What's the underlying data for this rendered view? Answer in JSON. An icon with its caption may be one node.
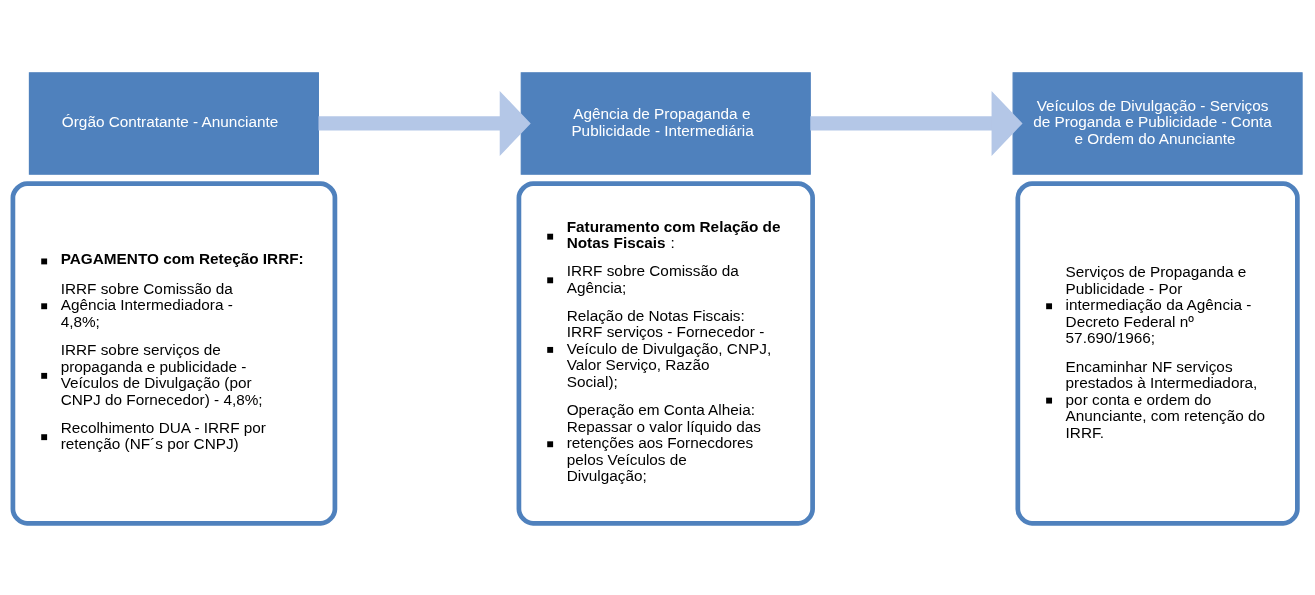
{
  "diagram": {
    "nodes": [
      {
        "text": [
          "Órgão Contratante - Anunciante"
        ]
      },
      {
        "text": [
          "PAGAMENTO com Reteção IRRF:",
          "IRRF sobre Comissão da Agência Intermediadora - 4,8%;",
          "IRRF sobre serviços de propaganda e publicidade - Veículos de Divulgação (por CNPJ do Fornecedor) - 4,8%;",
          "Recolhimento DUA - IRRF por retenção (NF´s por CNPJ)"
        ]
      },
      {
        "text": [
          "Agência de Propaganda e Publicidade - Intermediária"
        ]
      },
      {
        "text": [
          "**Faturamento com Relação de Notas Fiscais**:",
          "IRRF sobre Comissão da Agência;",
          "Relação de Notas Fiscais: IRRF serviços - Fornecedor - Veículo de Divulgação, CNPJ, Valor Serviço, Razão Social);",
          "Operação em Conta Alheia: Repassar o valor líquido das retenções aos Fornecdores pelos Veículos de Divulgação;"
        ]
      },
      {
        "text": [
          "Veículos de Divulgação - Serviços de Proganda e Publicidade - Conta e Ordem do Anunciante"
        ]
      },
      {
        "text": [
          "Serviços de Propaganda e Publicidade - Por intermediação da Agência - Decreto Federal nº 57.690/1966;",
          "Encaminhar NF serviços prestados à Intermediadora, por conta e ordem do Anunciante, com retenção do IRRF."
        ]
      }
    ],
    "edges": [
      {
        "from": 0,
        "to": 2,
        "arrow": "to"
      },
      {
        "from": 2,
        "to": 4,
        "arrow": "to"
      }
    ]
  }
}
